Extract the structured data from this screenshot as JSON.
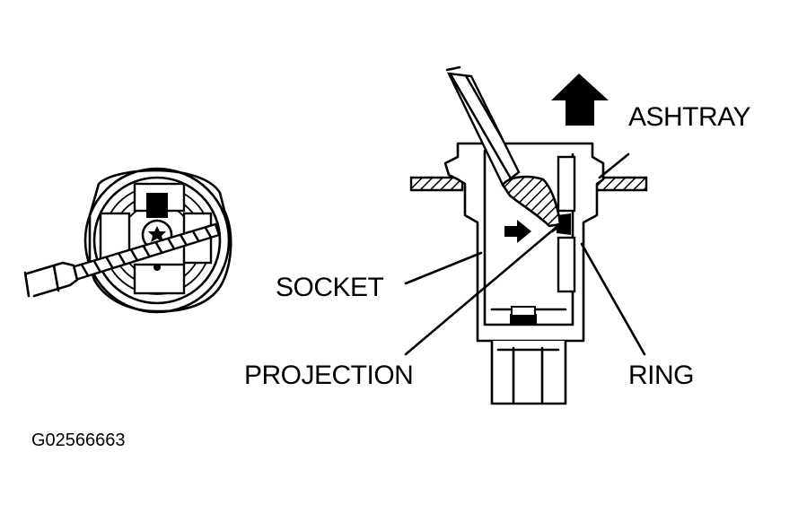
{
  "labels": {
    "ashtray": "ASHTRAY",
    "socket": "SOCKET",
    "projection": "PROJECTION",
    "ring": "RING"
  },
  "figure_code": "G02566663",
  "colors": {
    "ink": "#000000",
    "background": "#ffffff"
  },
  "icons": {
    "lift": "up-arrow-icon",
    "push": "right-arrow-icon"
  }
}
